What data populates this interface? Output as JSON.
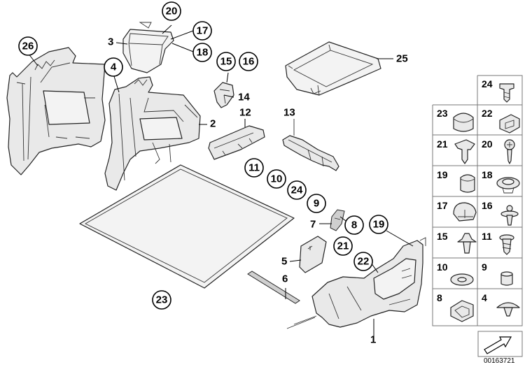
{
  "diagram": {
    "reference_number": "00163721",
    "callouts": {
      "c26": "26",
      "c4": "4",
      "c20": "20",
      "c17": "17",
      "c18": "18",
      "c15": "15",
      "c16": "16",
      "c11": "11",
      "c10": "10",
      "c24": "24",
      "c9": "9",
      "c8": "8",
      "c19": "19",
      "c21": "21",
      "c22": "22",
      "c23": "23"
    },
    "labels": {
      "l3": "3",
      "l14": "14",
      "l12": "12",
      "l13": "13",
      "l2": "2",
      "l25": "25",
      "l7": "7",
      "l5": "5",
      "l6": "6",
      "l1": "1"
    },
    "legend": [
      {
        "left": "",
        "right": "24"
      },
      {
        "left": "23",
        "right": "22"
      },
      {
        "left": "21",
        "right": "20"
      },
      {
        "left": "19",
        "right": "18"
      },
      {
        "left": "17",
        "right": "16"
      },
      {
        "left": "15",
        "right": "11"
      },
      {
        "left": "10",
        "right": "9"
      },
      {
        "left": "8",
        "right": "4"
      }
    ],
    "icons": [
      "nav-arrow-icon"
    ]
  }
}
